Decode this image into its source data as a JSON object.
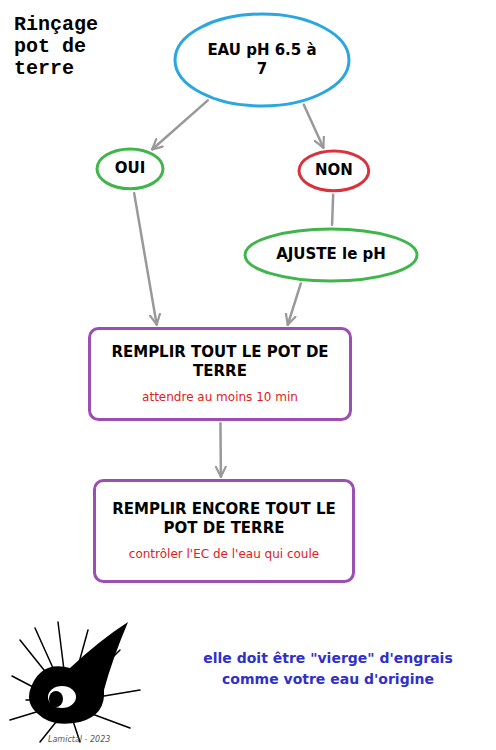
{
  "diagram": {
    "title": "Rinçage pot de terre",
    "nodes": [
      {
        "text": [
          "EAU pH 6.5 à 7"
        ]
      },
      {
        "text": [
          "OUI"
        ]
      },
      {
        "text": [
          "NON"
        ]
      },
      {
        "text": [
          "AJUSTE le pH"
        ]
      },
      {
        "text": [
          "REMPLIR TOUT LE POT DE TERRE",
          "attendre au moins 10 min"
        ]
      },
      {
        "text": [
          "REMPLIR ENCORE TOUT LE POT DE TERRE",
          "contrôler l'EC de l'eau qui coule"
        ]
      }
    ],
    "edges": [
      {
        "from": 0,
        "to": 1,
        "arrow": "to"
      },
      {
        "from": 0,
        "to": 2,
        "arrow": "to"
      },
      {
        "from": 1,
        "to": 4,
        "arrow": "to"
      },
      {
        "from": 2,
        "to": 3,
        "arrow": "none"
      },
      {
        "from": 3,
        "to": 4,
        "arrow": "to"
      },
      {
        "from": 4,
        "to": 5,
        "arrow": "to"
      }
    ],
    "labels": [
      "elle doit être \"vierge\" d'engrais comme votre eau d'origine",
      "Lamictal - 2023"
    ]
  }
}
